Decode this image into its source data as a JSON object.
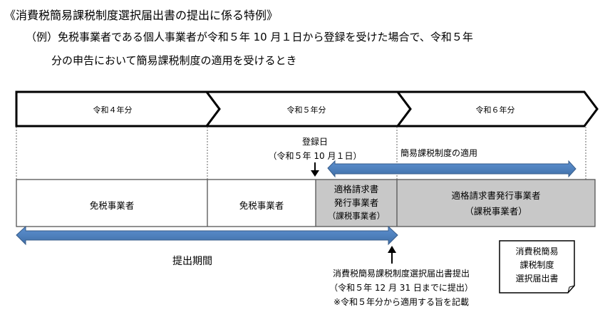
{
  "header": {
    "title": "《消費税簡易課税制度選択届出書の提出に係る特例》",
    "example_line1": "（例）免税事業者である個人事業者が令和５年 10 月１日から登録を受けた場合で、令和５年",
    "example_line2": "分の申告において簡易課税制度の適用を受けるとき"
  },
  "timeline": {
    "periods": [
      "令和４年分",
      "令和５年分",
      "令和６年分"
    ]
  },
  "registration": {
    "label": "登録日",
    "date": "（令和５年 10 月１日）"
  },
  "application_label": "簡易課税制度の適用",
  "status_row": {
    "cell1": "免税事業者",
    "cell2": "免税事業者",
    "cell3": [
      "適格請求書",
      "発行事業者",
      "（課税事業者）"
    ],
    "cell4": [
      "適格請求書発行事業者",
      "（課税事業者）"
    ]
  },
  "submission_period_label": "提出期間",
  "submission_note": [
    "消費税簡易課税制度選択届出書提出",
    "（令和５年 12 月 31 日までに提出）",
    "※令和５年分から適用する旨を記載"
  ],
  "document": [
    "消費税簡易",
    "課税制度",
    "選択届出書"
  ],
  "colors": {
    "arrow_fill": "#4f81bd",
    "arrow_stroke": "#385d8a",
    "gray_cell": "#c8c8c8"
  }
}
